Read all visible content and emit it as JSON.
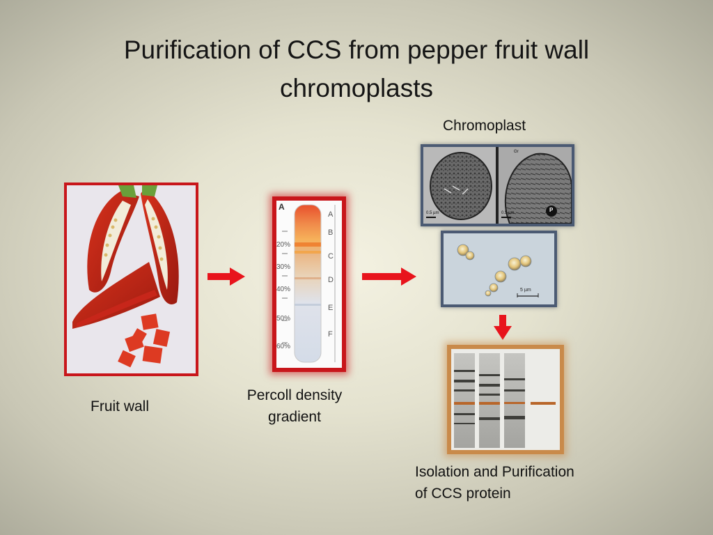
{
  "slide": {
    "title_line1": "Purification of CCS from pepper fruit wall",
    "title_line2": "chromoplasts"
  },
  "labels": {
    "chromoplast": "Chromoplast",
    "fruit_wall": "Fruit wall",
    "percoll_line1": "Percoll density",
    "percoll_line2": "gradient",
    "isolation_line1": "Isolation and Purification",
    "isolation_line2": "of CCS protein"
  },
  "gradient_tube": {
    "panel_letter": "A",
    "percentages": [
      "20%",
      "30%",
      "40%",
      "50%",
      "60%"
    ],
    "fractions": [
      "A",
      "B",
      "C",
      "D",
      "E",
      "F"
    ]
  },
  "micrographs": {
    "em_left_scale": "0.5 µm",
    "em_right_scale": "0.5 µm",
    "em_right_marker": "P",
    "em_right_corner": "Gr",
    "light_scale": "5 µm"
  },
  "colors": {
    "arrow_red": "#e8141c",
    "fruit_frame": "#c8161b",
    "tube_frame": "#c8161b",
    "micrograph_frame": "#4b5a73",
    "gel_frame": "#c98a4a"
  }
}
